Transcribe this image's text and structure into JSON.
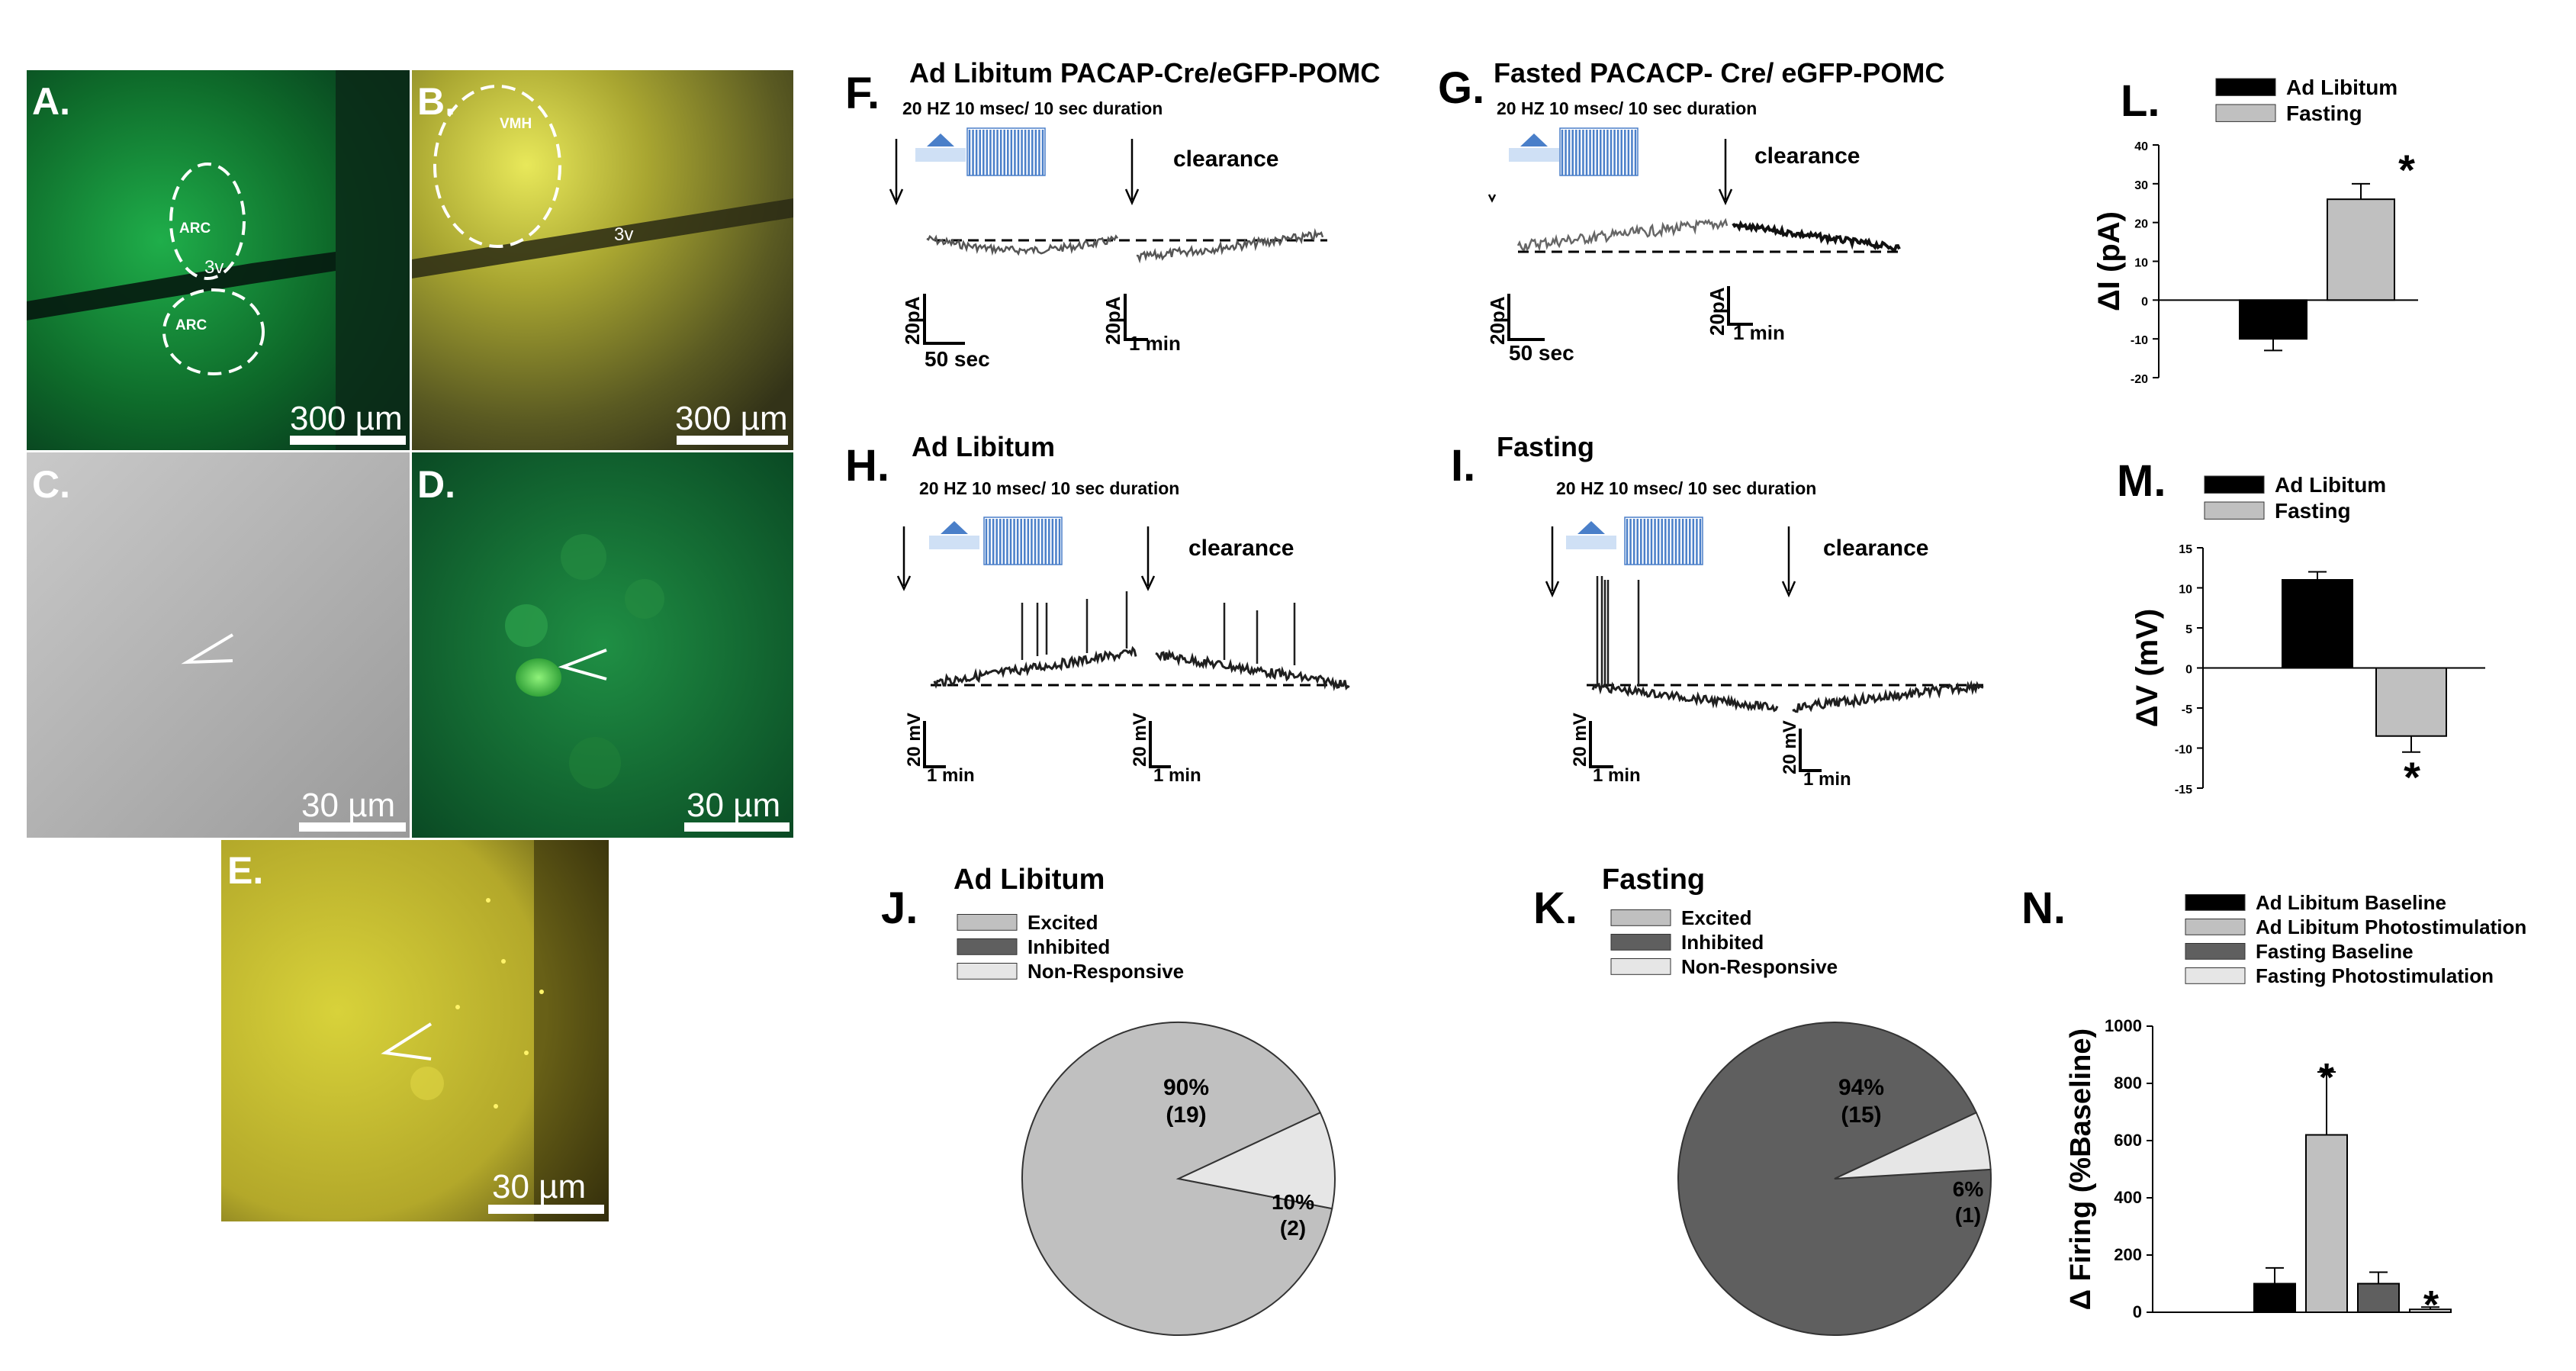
{
  "panels": {
    "A": {
      "label": "A.",
      "regions": [
        "ARC",
        "3v",
        "ARC"
      ],
      "scalebar": "300 µm"
    },
    "B": {
      "label": "B.",
      "regions": [
        "VMH",
        "3v"
      ],
      "scalebar": "300 µm"
    },
    "C": {
      "label": "C.",
      "scalebar": "30 µm"
    },
    "D": {
      "label": "D.",
      "scalebar": "30 µm"
    },
    "E": {
      "label": "E.",
      "scalebar": "30 µm"
    },
    "F": {
      "label": "F.",
      "title": "Ad Libitum PACAP-Cre/eGFP-POMC",
      "stim": "20 HZ 10 msec/ 10 sec duration",
      "clearance": "clearance",
      "scale1": {
        "v": "20pA",
        "h": "50 sec"
      },
      "scale2": {
        "v": "20pA",
        "h": "1 min"
      }
    },
    "G": {
      "label": "G.",
      "title": "Fasted PACACP- Cre/ eGFP-POMC",
      "stim": "20 HZ 10 msec/ 10 sec duration",
      "clearance": "clearance",
      "scale1": {
        "v": "20pA",
        "h": "50 sec"
      },
      "scale2": {
        "v": "20pA",
        "h": "1 min"
      }
    },
    "H": {
      "label": "H.",
      "title": "Ad Libitum",
      "stim": "20 HZ 10 msec/ 10 sec duration",
      "clearance": "clearance",
      "scale1": {
        "v": "20 mV",
        "h": "1 min"
      },
      "scale2": {
        "v": "20 mV",
        "h": "1 min"
      }
    },
    "I": {
      "label": "I.",
      "title": "Fasting",
      "stim": "20 HZ 10 msec/ 10 sec duration",
      "clearance": "clearance",
      "scale1": {
        "v": "20 mV",
        "h": "1 min"
      },
      "scale2": {
        "v": "20 mV",
        "h": "1 min"
      }
    },
    "J": {
      "label": "J.",
      "title": "Ad Libitum"
    },
    "K": {
      "label": "K.",
      "title": "Fasting"
    },
    "L": {
      "label": "L."
    },
    "M": {
      "label": "M."
    },
    "N": {
      "label": "N."
    }
  },
  "colors": {
    "black_bar": "#000000",
    "gray_bar": "#c0c0c0",
    "dark_gray": "#5f5f5f",
    "light_gray": "#e6e6e6",
    "trace": "#1f1f1f",
    "stim": "#4a7fc9"
  },
  "chart_data": [
    {
      "id": "L",
      "type": "bar",
      "categories": [
        "Ad Libitum",
        "Fasting"
      ],
      "values": [
        -10,
        26
      ],
      "errors": [
        3,
        4
      ],
      "legend": [
        "Ad Libitum",
        "Fasting"
      ],
      "ylabel": "ΔI (pA)",
      "ylim": [
        -20,
        40
      ],
      "yticks": [
        "40",
        "30",
        "20",
        "10",
        "0",
        "-10",
        "-20"
      ],
      "annotation": "*"
    },
    {
      "id": "M",
      "type": "bar",
      "categories": [
        "Ad Libitum",
        "Fasting"
      ],
      "values": [
        11,
        -8.5
      ],
      "errors": [
        1,
        2
      ],
      "legend": [
        "Ad Libitum",
        "Fasting"
      ],
      "ylabel": "ΔV (mV)",
      "ylim": [
        -15,
        15
      ],
      "yticks": [
        "15",
        "10",
        "5",
        "0",
        "-5",
        "-10",
        "-15"
      ],
      "annotation": "*"
    },
    {
      "id": "N",
      "type": "bar",
      "categories": [
        "Ad Libitum Baseline",
        "Ad Libitum Photostimulation",
        "Fasting Baseline",
        "Fasting Photostimulation"
      ],
      "values": [
        100,
        620,
        100,
        10
      ],
      "errors": [
        55,
        220,
        40,
        8
      ],
      "legend": [
        "Ad Libitum Baseline",
        "Ad Libitum Photostimulation",
        "Fasting Baseline",
        "Fasting Photostimulation"
      ],
      "ylabel": "Δ Firing (%Baseline)",
      "ylim": [
        0,
        1000
      ],
      "yticks": [
        "1000",
        "800",
        "600",
        "400",
        "200",
        "0"
      ],
      "annotations": [
        "*",
        "*"
      ]
    },
    {
      "id": "J",
      "type": "pie",
      "title": "Ad Libitum",
      "legend": [
        "Excited",
        "Inhibited",
        "Non-Responsive"
      ],
      "slices": [
        {
          "name": "Excited",
          "value": 90,
          "count": 19,
          "label": "90%",
          "count_label": "(19)"
        },
        {
          "name": "Non-Responsive",
          "value": 10,
          "count": 2,
          "label": "10%",
          "count_label": "(2)"
        }
      ]
    },
    {
      "id": "K",
      "type": "pie",
      "title": "Fasting",
      "legend": [
        "Excited",
        "Inhibited",
        "Non-Responsive"
      ],
      "slices": [
        {
          "name": "Inhibited",
          "value": 94,
          "count": 15,
          "label": "94%",
          "count_label": "(15)"
        },
        {
          "name": "Non-Responsive",
          "value": 6,
          "count": 1,
          "label": "6%",
          "count_label": "(1)"
        }
      ]
    }
  ]
}
